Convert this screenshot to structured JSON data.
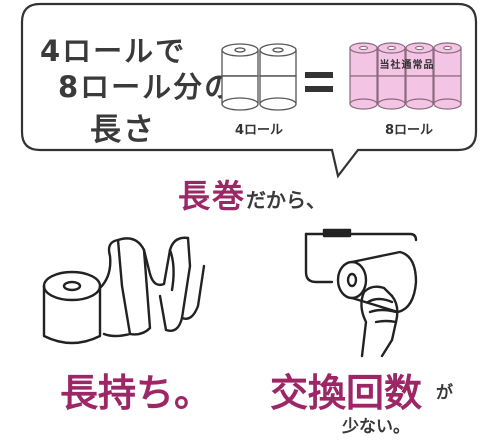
{
  "bubble": {
    "headline_line1": "4ロールで",
    "headline_line2": "8ロール分の",
    "headline_line3": "長さ",
    "left_label": "4ロール",
    "right_label": "8ロール",
    "comparison_tag": "当社通常品"
  },
  "tagline": {
    "accent": "長巻",
    "rest": "だから、"
  },
  "benefits": {
    "left": "長持ち。",
    "right": "交換回数",
    "right_particle": "が",
    "right_note": "少ない。"
  },
  "colors": {
    "accent": "#9d2766",
    "pink_roll": "#f4c4e4",
    "ink": "#333333"
  },
  "icons": [
    "toilet-paper-rolls-icon",
    "unrolled-paper-icon",
    "hand-holder-icon"
  ]
}
